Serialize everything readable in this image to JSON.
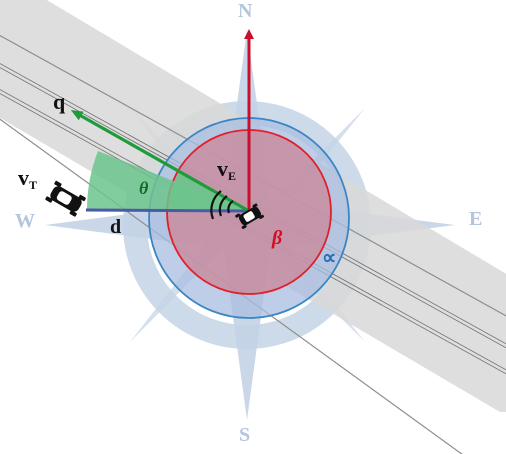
{
  "compass": {
    "north": "N",
    "south": "S",
    "east": "E",
    "west": "W"
  },
  "labels": {
    "q": "q",
    "d": "d",
    "theta": "θ",
    "beta": "β",
    "alpha": "∝",
    "vt_main": "v",
    "vt_sub": "T",
    "ve_main": "v",
    "ve_sub": "E"
  },
  "colors": {
    "road": "#d8d8d8",
    "road_edge": "#8f8f8f",
    "lane_line": "#6f6f6f",
    "compass": "#c3d3e6",
    "compass_text": "#b3c6de",
    "north_arrow": "#c8102e",
    "q_arrow": "#1e9b3a",
    "d_line": "#4a5aa8",
    "theta_fill": "#6cc48c",
    "beta_fill": "#c98a9c",
    "beta_edge": "#e0202a",
    "alpha_fill": "#a9bde0",
    "alpha_edge": "#3a86c4",
    "car": "#111111"
  },
  "icons": [
    "compass-rose-icon",
    "car-icon",
    "wireless-signal-icon"
  ]
}
